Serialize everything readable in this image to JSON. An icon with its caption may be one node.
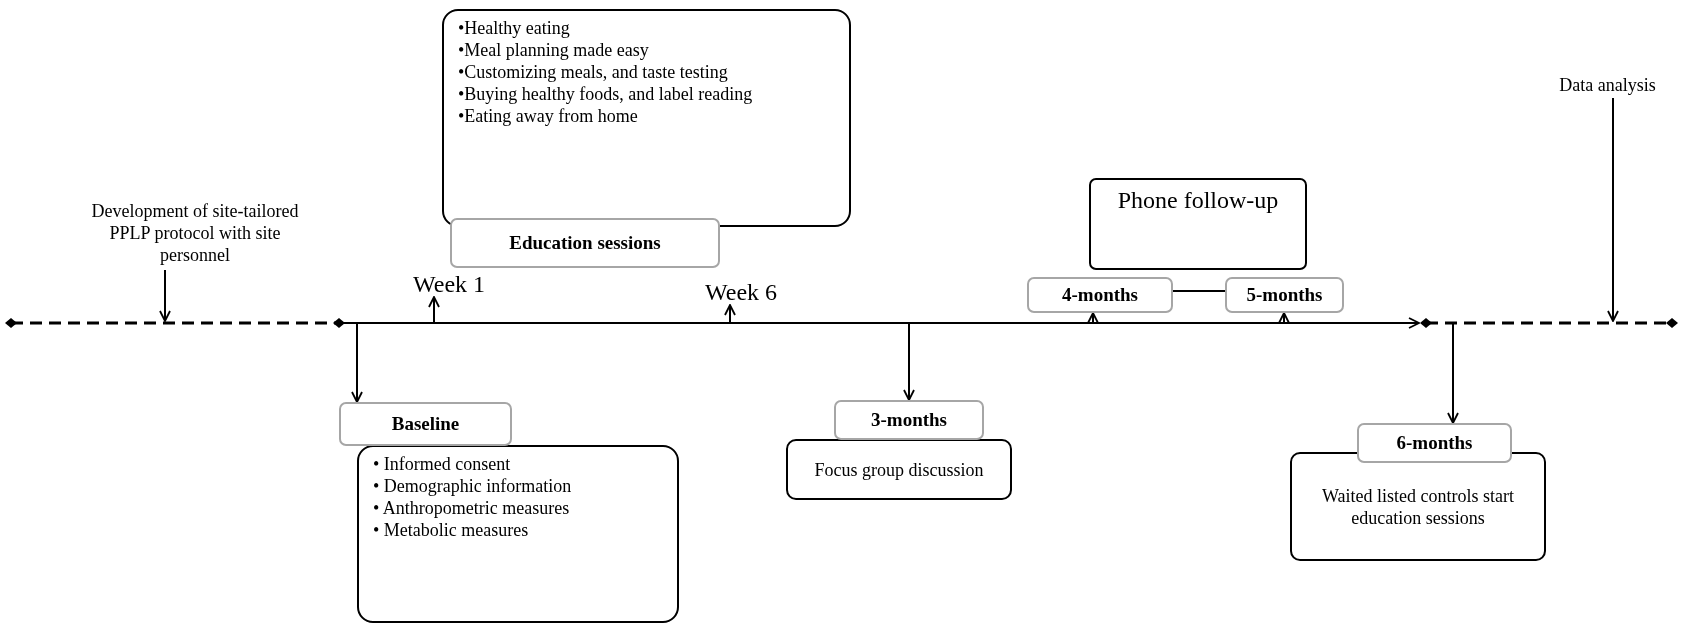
{
  "diagram": {
    "nodes": [
      {
        "text": [
          "Development of site-tailored PPLP protocol with site personnel"
        ]
      },
      {
        "text": [],
        "shape": "line"
      },
      {
        "text": [],
        "shape": "line"
      },
      {
        "text": [],
        "shape": "line"
      },
      {
        "text": [
          "Data analysis"
        ]
      },
      {
        "text": [
          "Week 1"
        ]
      },
      {
        "text": [
          "Education sessions"
        ]
      },
      {
        "text": [
          "•Healthy eating",
          "•Meal planning made easy",
          "•Customizing meals, and taste testing",
          "•Buying healthy foods, and label reading",
          "•Eating away from home"
        ]
      },
      {
        "text": [
          "Week 6"
        ]
      },
      {
        "text": [
          "Phone follow-up"
        ]
      },
      {
        "text": [
          "4-months"
        ]
      },
      {
        "text": [
          "5-months"
        ]
      },
      {
        "text": [
          "Baseline"
        ]
      },
      {
        "text": [
          "• Informed consent",
          "• Demographic information",
          "• Anthropometric measures",
          "• Metabolic measures"
        ]
      },
      {
        "text": [
          "3-months"
        ]
      },
      {
        "text": [
          "Focus group discussion"
        ]
      },
      {
        "text": [
          "6-months"
        ]
      },
      {
        "text": [
          "Waited listed controls start education sessions"
        ]
      }
    ],
    "edges": [
      {
        "from": 0,
        "to": 1,
        "arrow": "to"
      },
      {
        "from": 4,
        "to": 3,
        "arrow": "to"
      },
      {
        "from": 2,
        "to": 5,
        "arrow": "to"
      },
      {
        "from": 2,
        "to": 8,
        "arrow": "to"
      },
      {
        "from": 2,
        "to": 10,
        "arrow": "to"
      },
      {
        "from": 2,
        "to": 11,
        "arrow": "to"
      },
      {
        "from": 10,
        "to": 11,
        "arrow": "none"
      },
      {
        "from": 2,
        "to": 12,
        "arrow": "to"
      },
      {
        "from": 2,
        "to": 14,
        "arrow": "to"
      },
      {
        "from": 3,
        "to": 16,
        "arrow": "to"
      },
      {
        "from": 2,
        "to": 3,
        "arrow": "to"
      }
    ]
  }
}
